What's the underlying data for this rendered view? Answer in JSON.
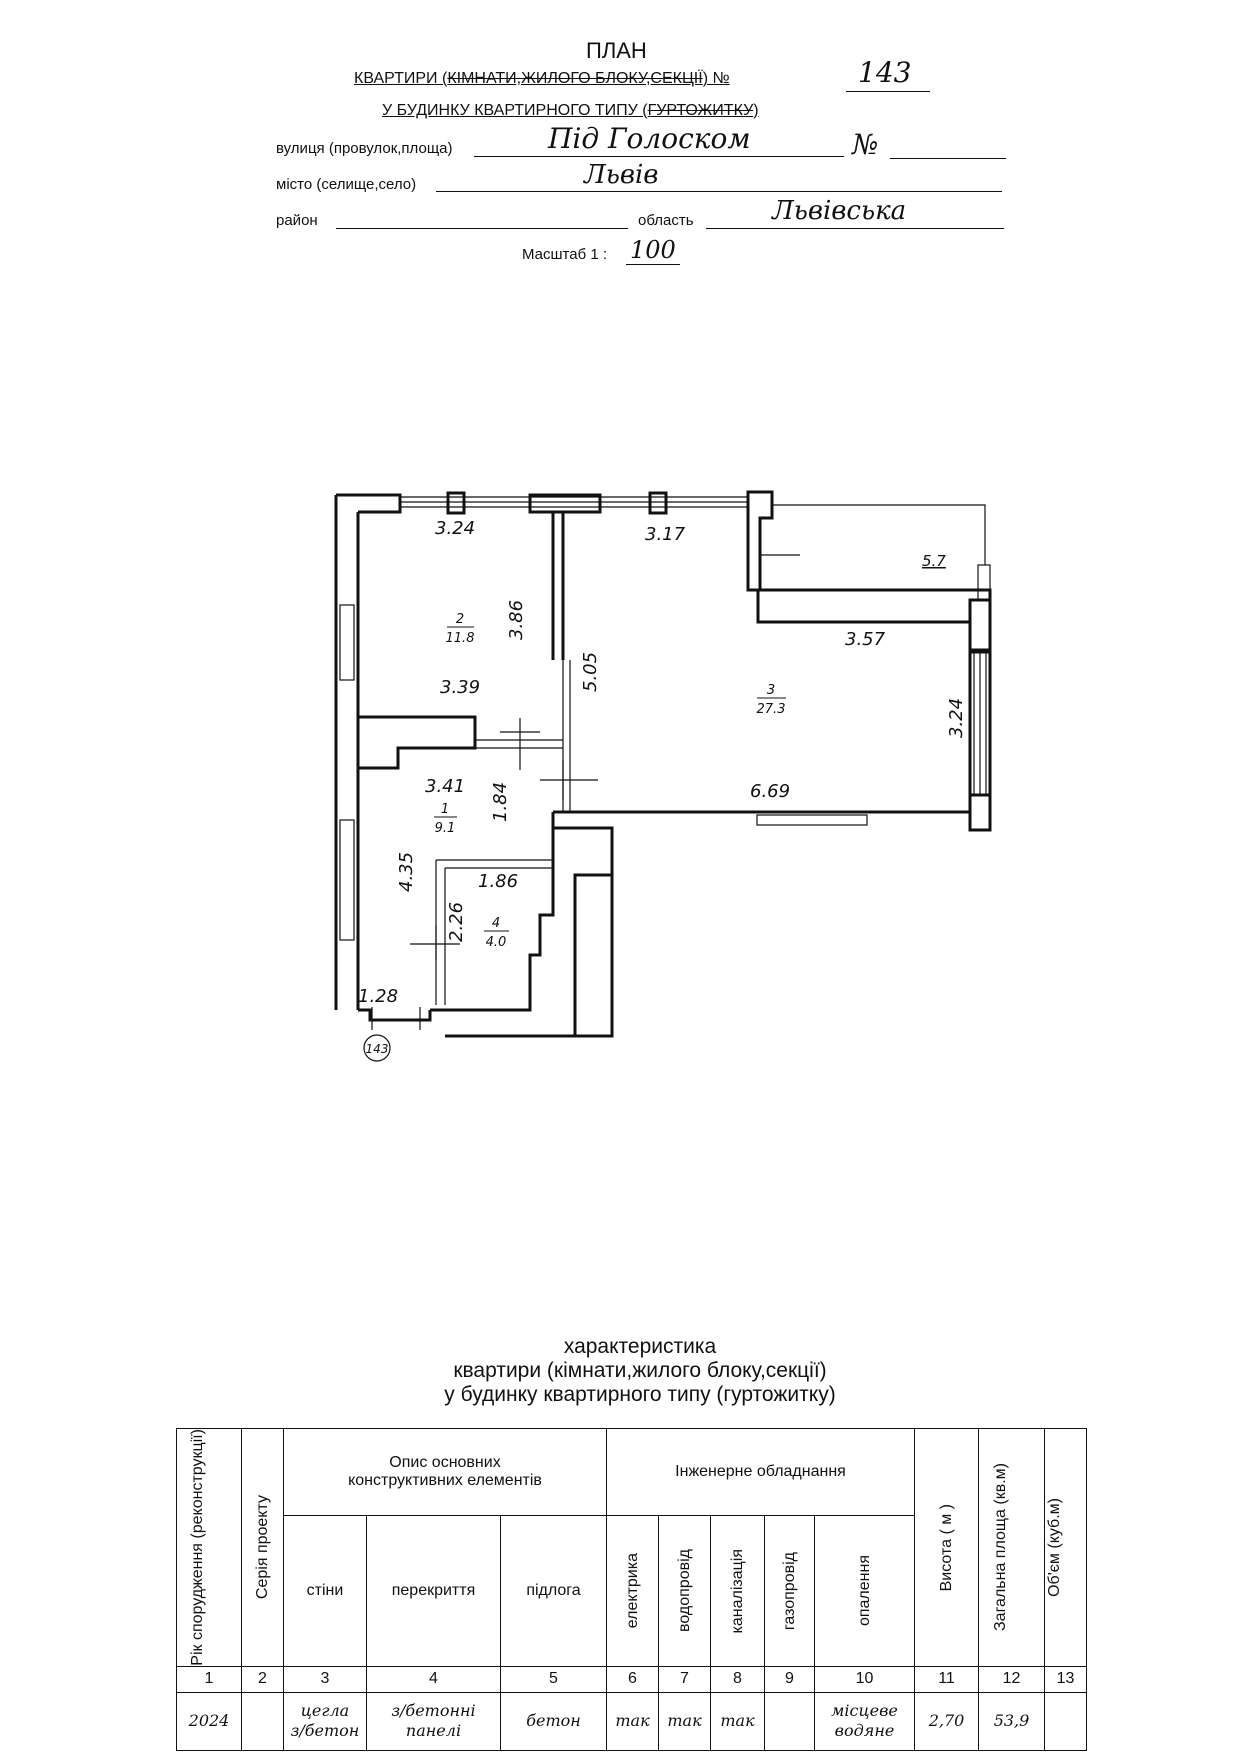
{
  "header": {
    "title": "ПЛАН",
    "line1_prefix": "КВАРТИРИ (",
    "line1_strike": "КІМНАТИ,ЖИЛОГО БЛОКУ,СЕКЦІЇ",
    "line1_suffix": ") №",
    "apt_number": "143",
    "line2_prefix": "У БУДИНКУ КВАРТИРНОГО ТИПУ (",
    "line2_strike": "ГУРТОЖИТКУ",
    "line2_suffix": ")",
    "street_label": "вулиця (провулок,площа)",
    "street_value": "Під Голоском",
    "no_label": "№",
    "city_label": "місто (селище,село)",
    "city_value": "Львів",
    "district_label": "район",
    "region_label": "область",
    "region_value": "Львівська",
    "scale_label": "Масштаб 1 :",
    "scale_value": "100"
  },
  "plan": {
    "dims": {
      "d324a": "3.24",
      "d317": "3.17",
      "d57": "5.7",
      "d386": "3.86",
      "d505": "5.05",
      "d357": "3.57",
      "d339": "3.39",
      "d324b": "3.24",
      "d341": "3.41",
      "d184": "1.84",
      "d669": "6.69",
      "d435": "4.35",
      "d186": "1.86",
      "d226": "2.26",
      "d128": "1.28"
    },
    "rooms": [
      {
        "no": "2",
        "area": "11.8"
      },
      {
        "no": "3",
        "area": "27.3"
      },
      {
        "no": "1",
        "area": "9.1"
      },
      {
        "no": "4",
        "area": "4.0"
      }
    ],
    "apt_marker": "143"
  },
  "characteristics": {
    "title1": "характеристика",
    "title2": "квартири (кімнати,жилого блоку,секції)",
    "title3": "у будинку квартирного типу (гуртожитку)",
    "headers": {
      "year": "Рік спорудження (реконструкції)",
      "series": "Серія проекту",
      "constr_group": "Опис основних конструктивних елементів",
      "walls": "стіни",
      "floors_over": "перекриття",
      "floor": "підлога",
      "eng_group": "Інженерне обладнання",
      "electric": "електрика",
      "water": "водопровід",
      "sewer": "каналізація",
      "gas": "газопровід",
      "heating": "опалення",
      "height": "Висота ( м )",
      "area": "Загальна площа (кв.м)",
      "volume": "Об'єм (куб.м)"
    },
    "col_numbers": [
      "1",
      "2",
      "3",
      "4",
      "5",
      "6",
      "7",
      "8",
      "9",
      "10",
      "11",
      "12",
      "13"
    ],
    "row": {
      "year": "2024",
      "series": "",
      "walls_1": "цегла",
      "walls_2": "з/бетон",
      "floors_1": "з/бетонні",
      "floors_2": "панелі",
      "floor": "бетон",
      "electric": "так",
      "water": "так",
      "sewer": "так",
      "gas": "",
      "heating_1": "місцеве",
      "heating_2": "водяне",
      "height": "2,70",
      "area": "53,9",
      "volume": ""
    }
  }
}
